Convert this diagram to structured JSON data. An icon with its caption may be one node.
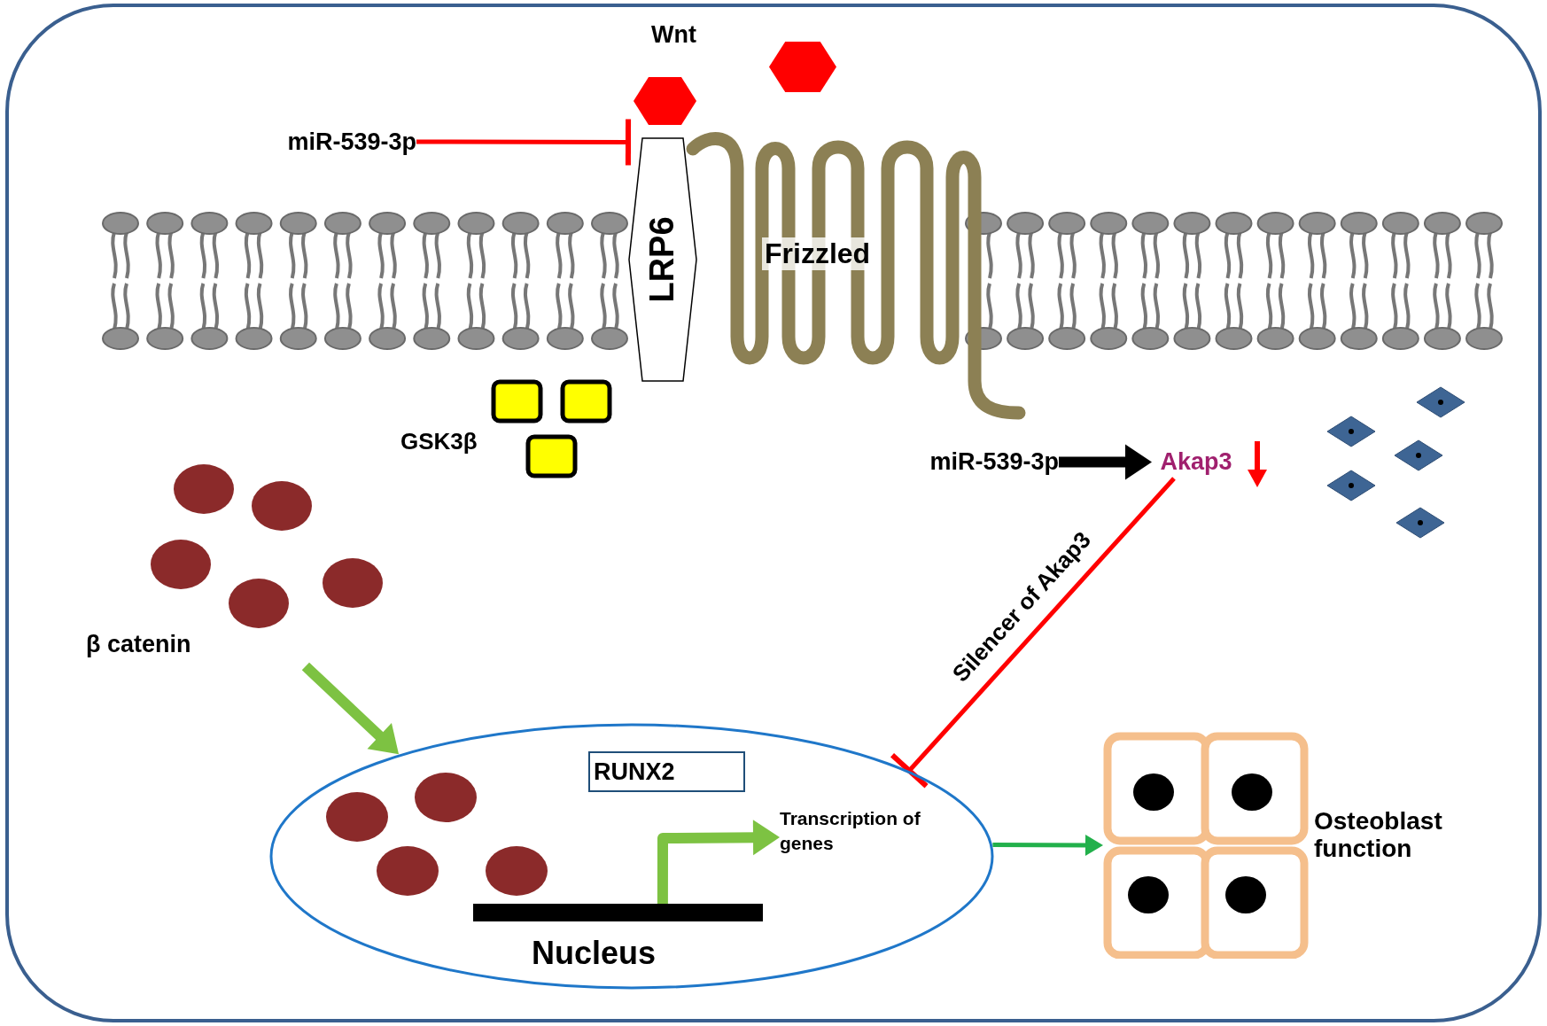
{
  "diagram": {
    "nodes": [
      {
        "text": [
          "Wnt"
        ]
      },
      {
        "text": [],
        "shape": "hexagon"
      },
      {
        "text": [
          "miR-539-3p"
        ]
      },
      {
        "text": [
          "LRP6"
        ]
      },
      {
        "text": [
          "Frizzled"
        ]
      },
      {
        "text": [
          "miR-539-3p"
        ]
      },
      {
        "text": [
          "Akap3"
        ]
      },
      {
        "text": [
          "β catenin"
        ]
      },
      {
        "text": [
          "Nucleus"
        ]
      },
      {
        "text": [
          "RUNX2"
        ],
        "in": 8
      },
      {
        "text": [
          "Transcription of genes"
        ],
        "in": 8
      },
      {
        "text": [
          "Osteoblast function"
        ]
      },
      {
        "text": [],
        "shape": "bar",
        "in": 8
      }
    ],
    "edges": [
      {
        "from": 2,
        "to": 3,
        "arrow": "other",
        "color": "#ff0000"
      },
      {
        "from": 5,
        "to": 6,
        "arrow": "to",
        "style": "thick",
        "color": "#000000"
      },
      {
        "from": 6,
        "to": 8,
        "arrow": "other",
        "label": "Silencer of Akap3",
        "color": "#ff0000"
      },
      {
        "from": 7,
        "to": 8,
        "arrow": "to",
        "style": "thick",
        "color": "#7dc242"
      },
      {
        "from": 12,
        "to": 10,
        "arrow": "to",
        "style": "thick",
        "color": "#7dc242"
      },
      {
        "from": 8,
        "to": 11,
        "arrow": "to",
        "color": "#22b04b"
      }
    ],
    "labels": [
      "GSK3β"
    ]
  }
}
